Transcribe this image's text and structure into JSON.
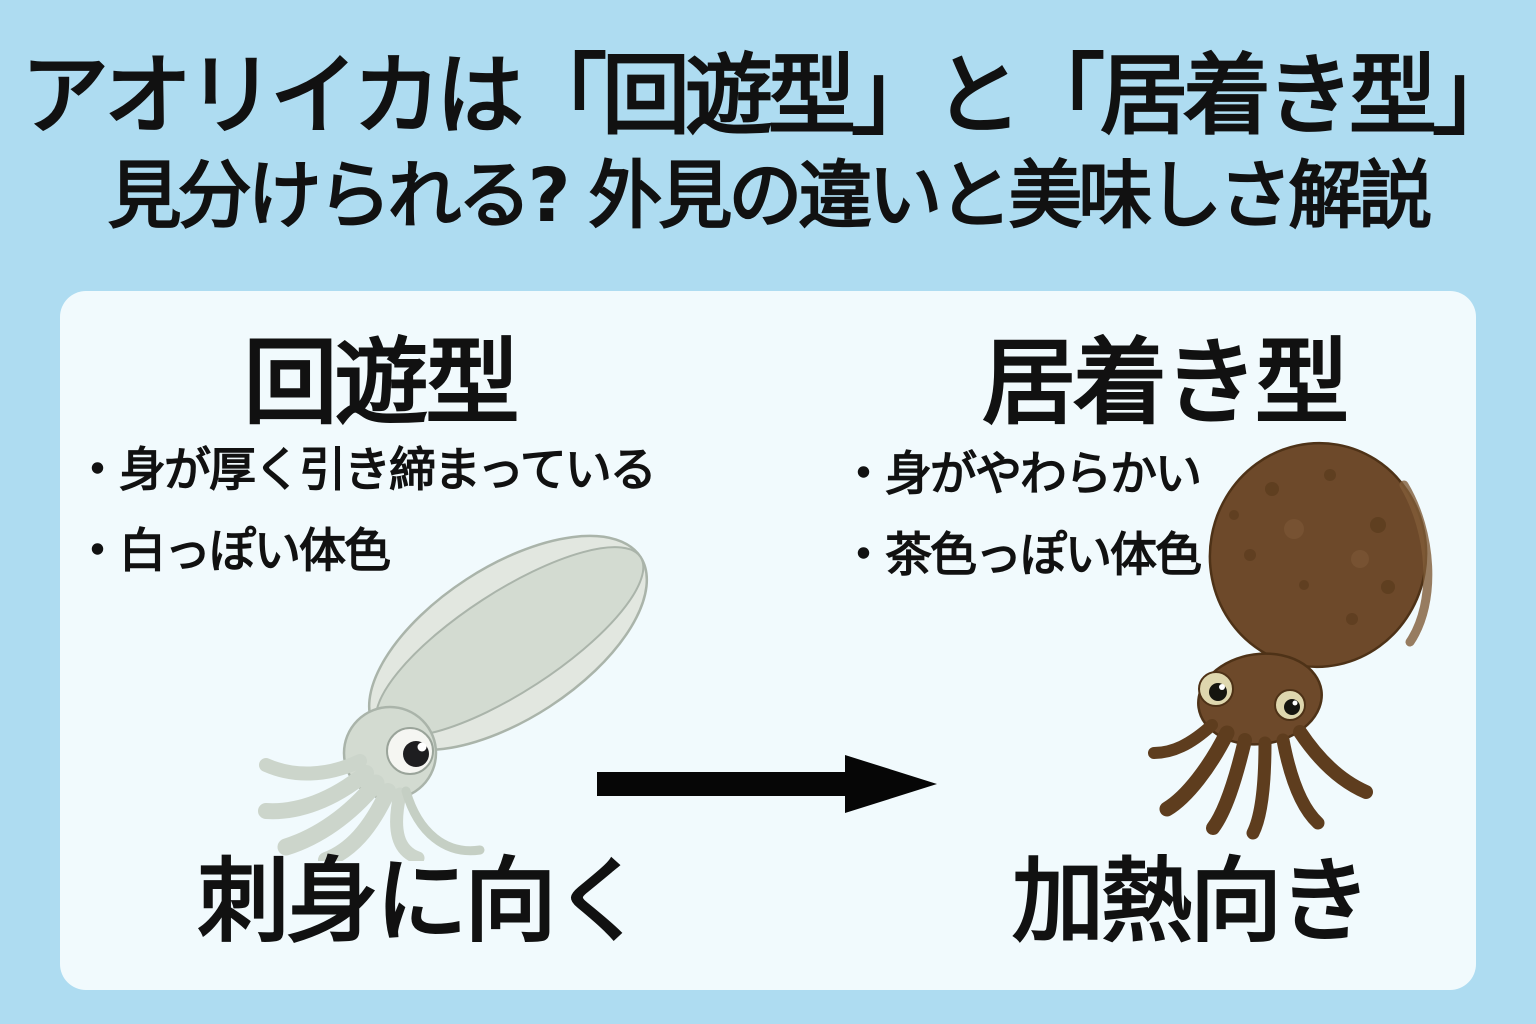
{
  "title": {
    "line1": "アオリイカは「回遊型」と「居着き型」",
    "line2": "見分けられる? 外見の違いと美味しさ解説"
  },
  "comparison": {
    "left": {
      "heading": "回遊型",
      "bullets": [
        "・身が厚く引き締まっている",
        "・白っぽい体色"
      ],
      "caption": "刺身に向く",
      "illustration": "pale-squid"
    },
    "right": {
      "heading": "居着き型",
      "bullets": [
        "・身がやわらかい",
        "・茶色っぽい体色"
      ],
      "caption": "加熱向き",
      "illustration": "brown-squid"
    },
    "arrow_icon": "right-arrow"
  },
  "colors": {
    "page_background": "#aedcf1",
    "panel_background": "#f1fafd",
    "text": "#111111",
    "pale_squid_body": "#d3dbd1",
    "brown_squid_body": "#6d492a",
    "arrow": "#000000"
  }
}
